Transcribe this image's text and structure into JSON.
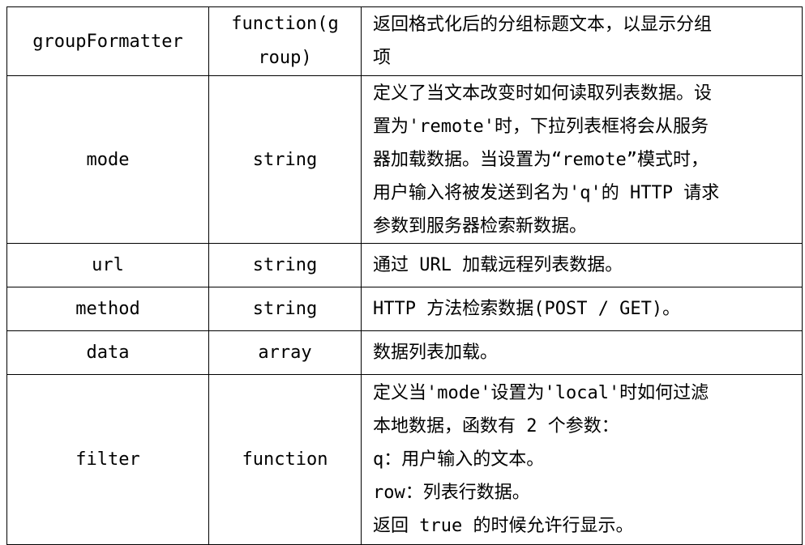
{
  "rows": [
    {
      "name": "groupFormatter",
      "type_lines": [
        "function(g",
        "roup)"
      ],
      "desc_lines": [
        "返回格式化后的分组标题文本，以显示分组",
        "项"
      ]
    },
    {
      "name": "mode",
      "type": "string",
      "desc_lines": [
        "定义了当文本改变时如何读取列表数据。设",
        "置为'remote'时，下拉列表框将会从服务",
        "器加载数据。当设置为“remote”模式时，",
        "用户输入将被发送到名为'q'的 HTTP 请求",
        "参数到服务器检索新数据。"
      ]
    },
    {
      "name": "url",
      "type": "string",
      "desc_lines": [
        "通过 URL 加载远程列表数据。"
      ]
    },
    {
      "name": "method",
      "type": "string",
      "desc_lines": [
        "HTTP 方法检索数据(POST / GET)。"
      ]
    },
    {
      "name": "data",
      "type": "array",
      "desc_lines": [
        "数据列表加载。"
      ]
    },
    {
      "name": "filter",
      "type": "function",
      "desc_lines": [
        "定义当'mode'设置为'local'时如何过滤",
        "本地数据，函数有 2 个参数：",
        "q：用户输入的文本。",
        "row：列表行数据。",
        "返回 true 的时候允许行显示。"
      ]
    }
  ]
}
